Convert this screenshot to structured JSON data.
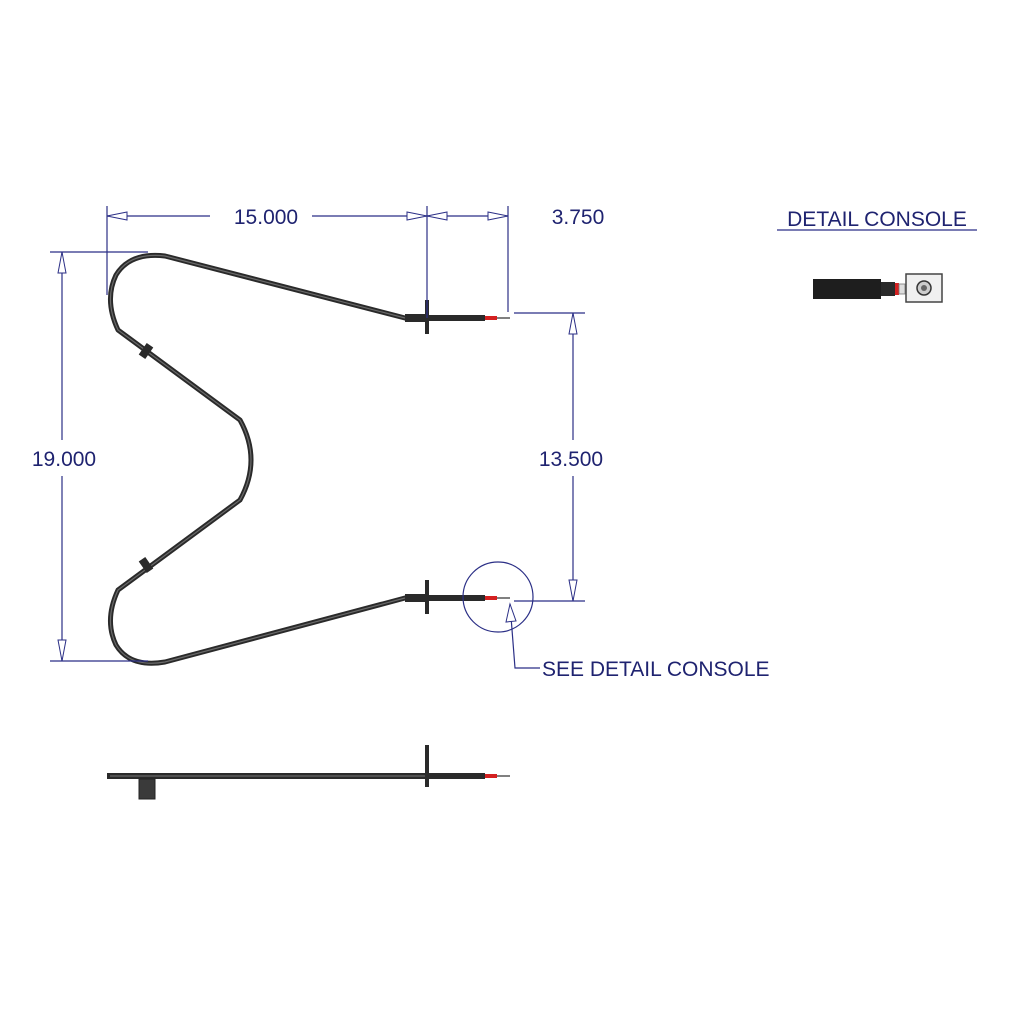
{
  "dimensions": {
    "top_width": "15.000",
    "terminal_length": "3.750",
    "overall_height": "19.000",
    "terminal_spacing": "13.500"
  },
  "detail": {
    "title": "DETAIL CONSOLE",
    "callout": "SEE DETAIL CONSOLE"
  },
  "colors": {
    "dimension": "#2b2f86",
    "element": "#2a2a2a",
    "terminal_red": "#d42020"
  }
}
